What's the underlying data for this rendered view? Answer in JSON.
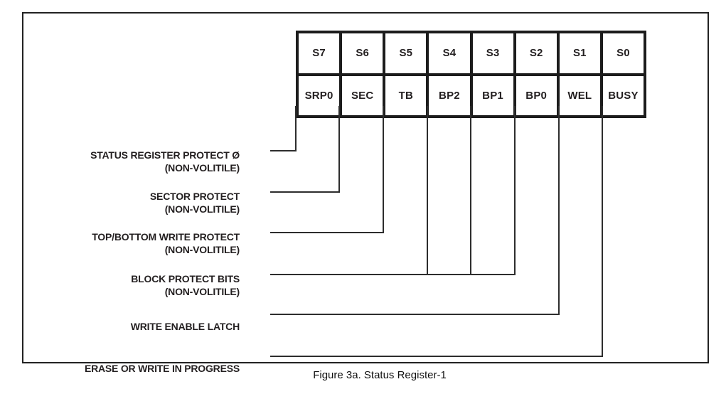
{
  "figure": {
    "caption": "Figure 3a. Status Register-1",
    "register": {
      "bits": [
        {
          "bit": "S7",
          "name": "SRP0"
        },
        {
          "bit": "S6",
          "name": "SEC"
        },
        {
          "bit": "S5",
          "name": "TB"
        },
        {
          "bit": "S4",
          "name": "BP2"
        },
        {
          "bit": "S3",
          "name": "BP1"
        },
        {
          "bit": "S2",
          "name": "BP0"
        },
        {
          "bit": "S1",
          "name": "WEL"
        },
        {
          "bit": "S0",
          "name": "BUSY"
        }
      ]
    },
    "annotations": [
      {
        "lines": [
          "STATUS REGISTER PROTECT Ø",
          "(NON-VOLITILE)"
        ],
        "targets": [
          "SRP0"
        ]
      },
      {
        "lines": [
          "SECTOR PROTECT",
          "(NON-VOLITILE)"
        ],
        "targets": [
          "SEC"
        ]
      },
      {
        "lines": [
          "TOP/BOTTOM WRITE PROTECT",
          "(NON-VOLITILE)"
        ],
        "targets": [
          "TB"
        ]
      },
      {
        "lines": [
          "BLOCK PROTECT BITS",
          "(NON-VOLITILE)"
        ],
        "targets": [
          "BP2",
          "BP1",
          "BP0"
        ]
      },
      {
        "lines": [
          "WRITE ENABLE LATCH"
        ],
        "targets": [
          "WEL"
        ]
      },
      {
        "lines": [
          "ERASE OR WRITE IN PROGRESS"
        ],
        "targets": [
          "BUSY"
        ]
      }
    ]
  }
}
